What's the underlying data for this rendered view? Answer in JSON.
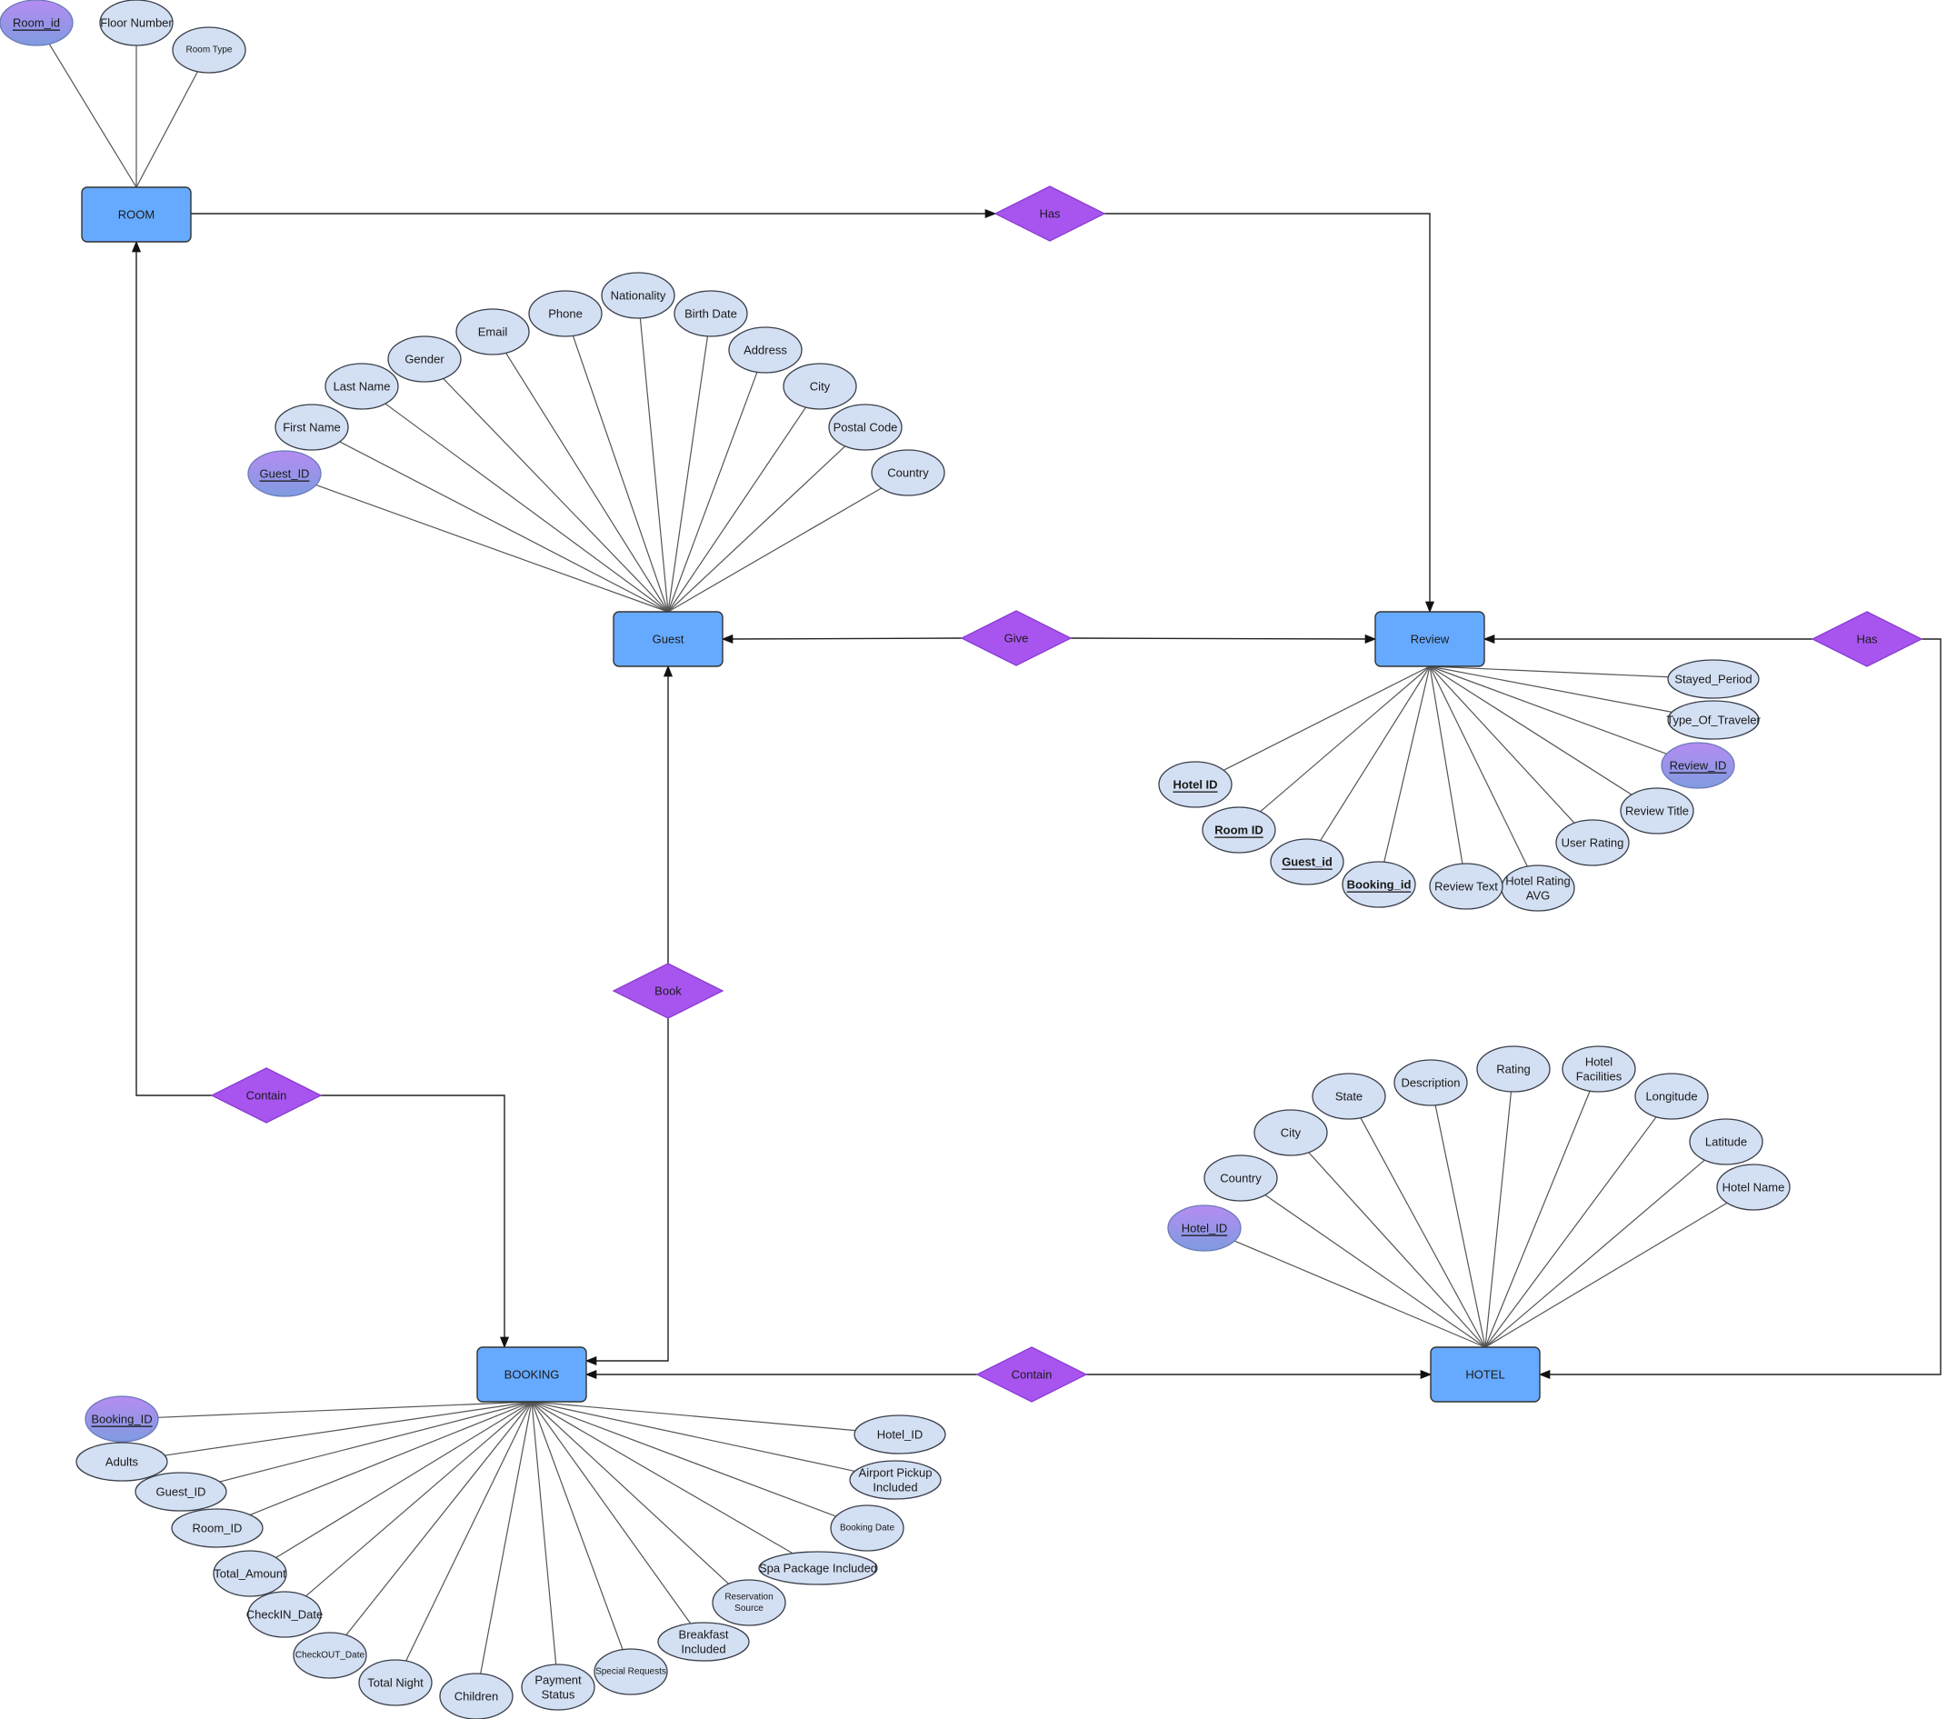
{
  "diagram": {
    "entities": [
      {
        "id": "room",
        "label": "ROOM"
      },
      {
        "id": "guest",
        "label": "Guest"
      },
      {
        "id": "review",
        "label": "Review"
      },
      {
        "id": "booking",
        "label": "BOOKING"
      },
      {
        "id": "hotel",
        "label": "HOTEL"
      }
    ],
    "relationships": [
      {
        "id": "has1",
        "label": "Has",
        "connects": [
          "room",
          "review"
        ]
      },
      {
        "id": "give",
        "label": "Give",
        "connects": [
          "guest",
          "review"
        ]
      },
      {
        "id": "has2",
        "label": "Has",
        "connects": [
          "hotel",
          "review"
        ]
      },
      {
        "id": "book",
        "label": "Book",
        "connects": [
          "guest",
          "booking"
        ]
      },
      {
        "id": "contain1",
        "label": "Contain",
        "connects": [
          "room",
          "booking"
        ]
      },
      {
        "id": "contain2",
        "label": "Contain",
        "connects": [
          "booking",
          "hotel"
        ]
      }
    ],
    "attributes": {
      "room": [
        {
          "id": "room_id",
          "text": "Room_id",
          "key": true
        },
        {
          "id": "floor_number",
          "text": "Floor Number"
        },
        {
          "id": "room_type",
          "text": "Room Type"
        }
      ],
      "guest": [
        {
          "id": "guest_id",
          "text": "Guest_ID",
          "key": true
        },
        {
          "id": "first_name",
          "text": "First Name"
        },
        {
          "id": "last_name",
          "text": "Last Name"
        },
        {
          "id": "gender",
          "text": "Gender"
        },
        {
          "id": "email",
          "text": "Email"
        },
        {
          "id": "phone",
          "text": "Phone"
        },
        {
          "id": "nationality",
          "text": "Nationality"
        },
        {
          "id": "birth_date",
          "text": "Birth Date"
        },
        {
          "id": "address",
          "text": "Address"
        },
        {
          "id": "city",
          "text": "City"
        },
        {
          "id": "postal_code",
          "text": "Postal Code"
        },
        {
          "id": "country",
          "text": "Country"
        }
      ],
      "review": [
        {
          "id": "stayed_period",
          "text": "Stayed_Period"
        },
        {
          "id": "type_of_traveler",
          "text": "Type_Of_Traveler"
        },
        {
          "id": "review_id",
          "text": "Review_ID",
          "key": true
        },
        {
          "id": "review_title",
          "text": "Review Title"
        },
        {
          "id": "user_rating",
          "text": "User Rating"
        },
        {
          "id": "hotel_rating_avg",
          "text": [
            "Hotel Rating",
            "AVG"
          ]
        },
        {
          "id": "review_text",
          "text": "Review Text"
        },
        {
          "id": "booking_id_fk",
          "text": "Booking_id",
          "bold": true
        },
        {
          "id": "guest_id_fk",
          "text": "Guest_id",
          "bold": true
        },
        {
          "id": "room_id_fk",
          "text": "Room ID",
          "bold": true
        },
        {
          "id": "hotel_id_fk",
          "text": "Hotel ID",
          "bold": true
        }
      ],
      "hotel": [
        {
          "id": "hotel_id",
          "text": "Hotel_ID",
          "key": true
        },
        {
          "id": "country",
          "text": "Country"
        },
        {
          "id": "city",
          "text": "City"
        },
        {
          "id": "state",
          "text": "State"
        },
        {
          "id": "description",
          "text": "Description"
        },
        {
          "id": "rating",
          "text": "Rating"
        },
        {
          "id": "hotel_facilities",
          "text": [
            "Hotel",
            "Facilities"
          ]
        },
        {
          "id": "longitude",
          "text": "Longitude"
        },
        {
          "id": "latitude",
          "text": "Latitude"
        },
        {
          "id": "hotel_name",
          "text": "Hotel Name"
        }
      ],
      "booking": [
        {
          "id": "booking_id",
          "text": "Booking_ID",
          "key": true
        },
        {
          "id": "adults",
          "text": "Adults"
        },
        {
          "id": "guest_id",
          "text": "Guest_ID"
        },
        {
          "id": "room_id",
          "text": "Room_ID"
        },
        {
          "id": "total_amount",
          "text": "Total_Amount"
        },
        {
          "id": "checkin_date",
          "text": "CheckIN_Date"
        },
        {
          "id": "checkout_date",
          "text": "CheckOUT_Date"
        },
        {
          "id": "total_night",
          "text": "Total Night"
        },
        {
          "id": "children",
          "text": "Children"
        },
        {
          "id": "payment_status",
          "text": [
            "Payment",
            "Status"
          ]
        },
        {
          "id": "special_requests",
          "text": "Special Requests"
        },
        {
          "id": "breakfast_included",
          "text": [
            "Breakfast",
            "Included"
          ]
        },
        {
          "id": "reservation_source",
          "text": [
            "Reservation",
            "Source"
          ]
        },
        {
          "id": "spa_package_included",
          "text": "Spa Package Included"
        },
        {
          "id": "booking_date",
          "text": "Booking Date"
        },
        {
          "id": "airport_pickup_included",
          "text": [
            "Airport Pickup",
            "Included"
          ]
        },
        {
          "id": "hotel_id",
          "text": "Hotel_ID"
        }
      ]
    },
    "colors": {
      "entity_fill": "#66aaff",
      "relationship_fill": "#a855f0",
      "attribute_fill": "#d3dff2",
      "key_attribute_fill_top": "#b58cf2",
      "key_attribute_fill_bottom": "#7f9be0"
    }
  }
}
